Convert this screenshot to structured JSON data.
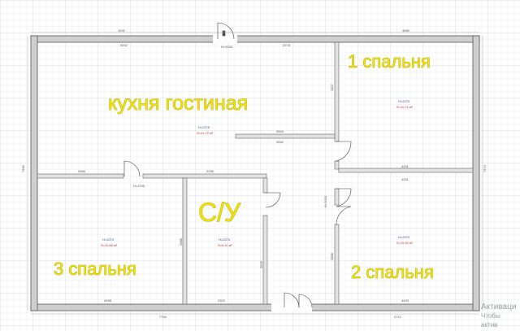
{
  "rooms": {
    "kitchen": {
      "name": "кухня гостиная",
      "height": "H=2270",
      "area": "S=41,72 м²"
    },
    "bedroom1": {
      "name": "1 спальня",
      "height": "H=2270",
      "area": "S=11,71 м²"
    },
    "bedroom2": {
      "name": "2 спальня",
      "height": "H=2270",
      "area": "S=11,90 м²"
    },
    "bedroom3": {
      "name": "3 спальня",
      "height": "H=2270",
      "area": "S=11,68 м²"
    },
    "bathroom": {
      "name": "С/У",
      "height": "H=2270",
      "area": "S=6,11 м²"
    }
  },
  "dimensions": {
    "top_left": "1532",
    "top_right": "4580",
    "kitchen_top": "5152",
    "kitchen_top_right": "2278",
    "door_top": "H=2020",
    "kitchen_bottom_mid": "3904",
    "kitchen_bottom_mid2": "3952",
    "left_total": "7360",
    "right_total": "7374",
    "bottom_left": "7764",
    "bottom_right": "4711",
    "b3_top": "2856",
    "b3_door": "H=2190",
    "bath_top": "2256",
    "b1_bottom": "4431",
    "b2_top": "4431",
    "b2_bottom": "4433",
    "b3_bottom": "4338",
    "bath_bottom": "2322",
    "vert_mid": "2888",
    "vert_small": "2826",
    "b1_side": "2827",
    "b2_side": "2888",
    "hall_door": "H=2050"
  },
  "watermark": {
    "line1": "Активаци",
    "line2": "Чтобы актив"
  }
}
